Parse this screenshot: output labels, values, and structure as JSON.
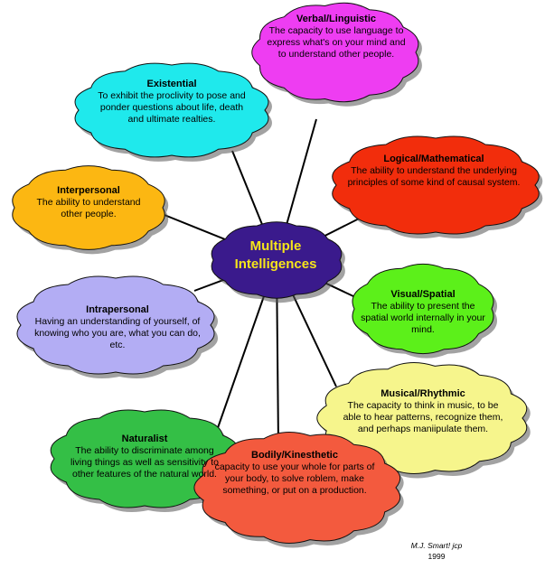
{
  "center": {
    "line1": "Multiple",
    "line2": "Intelligences"
  },
  "nodes": [
    {
      "id": "verbal",
      "title": "Verbal/Linguistic",
      "desc": "The capacity to use language to express what's on your mind and to understand other people.",
      "color": "#ee3df2"
    },
    {
      "id": "existential",
      "title": "Existential",
      "desc": "To exhibit the proclivity to pose and ponder questions about life, death and ultimate realties.",
      "color": "#1fe9ec"
    },
    {
      "id": "interpersonal",
      "title": "Interpersonal",
      "desc": "The ability to understand other people.",
      "color": "#fcb712"
    },
    {
      "id": "logical",
      "title": "Logical/Mathematical",
      "desc": "The ability to understand the underlying principles of some kind of causal system.",
      "color": "#f22d0c"
    },
    {
      "id": "visual",
      "title": "Visual/Spatial",
      "desc": "The ability to present the spatial world internally in your mind.",
      "color": "#5cf01a"
    },
    {
      "id": "intrapersonal",
      "title": "Intrapersonal",
      "desc": "Having an understanding of yourself, of knowing who you are, what you can do, etc.",
      "color": "#b3adf4"
    },
    {
      "id": "musical",
      "title": "Musical/Rhythmic",
      "desc": "The capacity to think in music, to be able to hear patterns, recognize them, and perhaps maniipulate them.",
      "color": "#f6f58c"
    },
    {
      "id": "naturalist",
      "title": "Naturalist",
      "desc": "The ability to discriminate among living things as well as sensitivity to other features of the natural world.",
      "color": "#34bf46"
    },
    {
      "id": "bodily",
      "title": "Bodily/Kinesthetic",
      "desc": "capacity to use your whole for parts of your body, to solve roblem, make something, or put on a production.",
      "color": "#f35a3e"
    }
  ],
  "colors": {
    "center": "#3a1a8c",
    "center_text": "#f6e51a",
    "line": "#000000"
  },
  "credit": {
    "author": "M.J. Smart!  jcp",
    "year": "1999"
  }
}
